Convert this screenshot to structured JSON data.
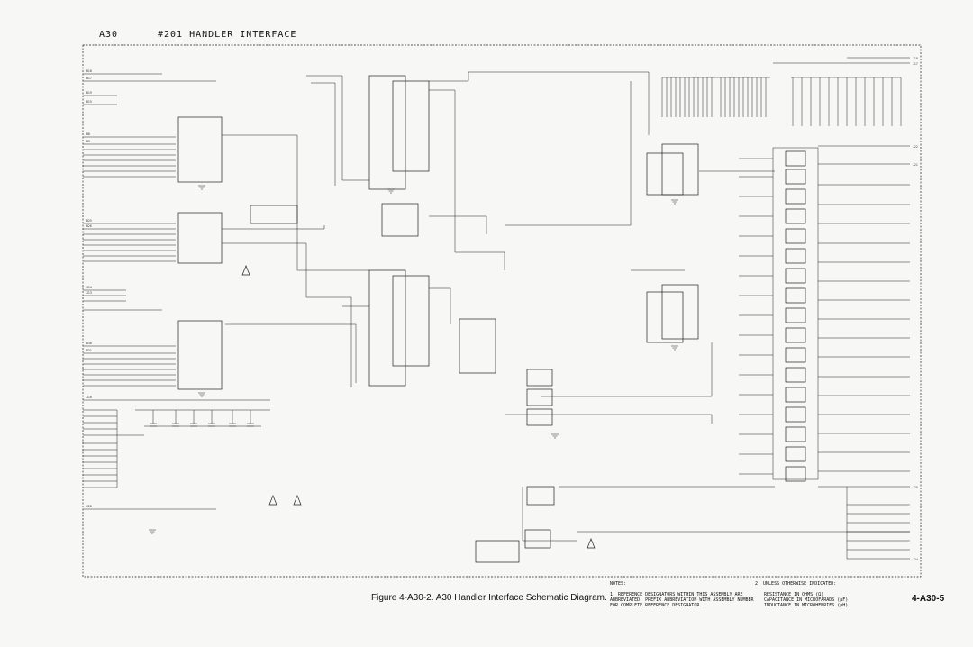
{
  "header": {
    "assembly_id": "A30",
    "title": "#201 HANDLER INTERFACE"
  },
  "caption": "Figure 4-A30-2. A30 Handler Interface Schematic Diagram.",
  "notes": {
    "heading": "NOTES:",
    "note1": "1. REFERENCE DESIGNATORS WITHIN THIS ASSEMBLY ARE ABBREVIATED. PREFIX ABBREVIATION WITH ASSEMBLY NUMBER FOR COMPLETE REFERENCE DESIGNATOR.",
    "note2_heading": "2. UNLESS OTHERWISE INDICATED:",
    "units": [
      "RESISTANCE IN OHMS (Ω)",
      "CAPACITANCE IN MICROFARADS (μF)",
      "INDUCTANCE IN MICROHENRIES (μH)"
    ]
  },
  "page_number": "4-A30-5"
}
